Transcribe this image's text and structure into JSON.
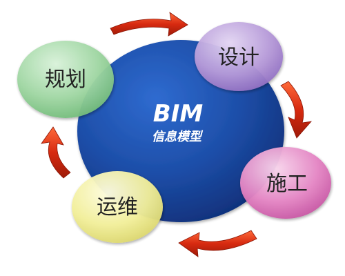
{
  "center": {
    "title": "BIM",
    "subtitle": "信息模型"
  },
  "stages": [
    {
      "label": "规划",
      "color": "#9fd6a2"
    },
    {
      "label": "设计",
      "color": "#b79bd9"
    },
    {
      "label": "施工",
      "color": "#e486c4"
    },
    {
      "label": "运维",
      "color": "#f2ef9a"
    }
  ],
  "colors": {
    "core": "#1f4ea3",
    "arrow": "#d72a10",
    "label_text": "#222222",
    "title_text": "#ffffff"
  }
}
